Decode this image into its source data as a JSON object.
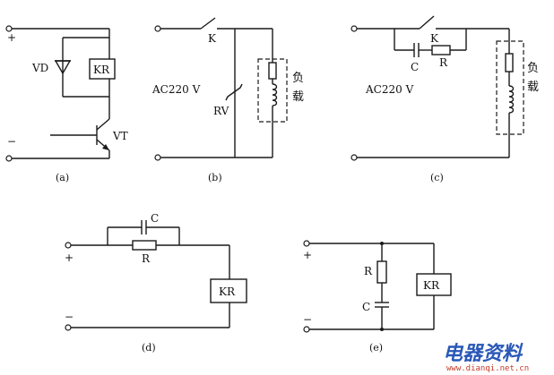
{
  "diagrams": {
    "a": {
      "caption": "(a)",
      "plus": "+",
      "minus": "−",
      "diode_label": "VD",
      "relay_label": "KR",
      "transistor_label": "VT"
    },
    "b": {
      "caption": "(b)",
      "switch_label": "K",
      "source_label": "AC220 V",
      "varistor_label": "RV",
      "load_label_1": "负",
      "load_label_2": "载"
    },
    "c": {
      "caption": "(c)",
      "switch_label": "K",
      "capacitor_label": "C",
      "resistor_label": "R",
      "source_label": "AC220 V",
      "load_label_1": "负",
      "load_label_2": "载"
    },
    "d": {
      "caption": "(d)",
      "plus": "+",
      "minus": "−",
      "capacitor_label": "C",
      "resistor_label": "R",
      "relay_label": "KR"
    },
    "e": {
      "caption": "(e)",
      "plus": "+",
      "minus": "−",
      "resistor_label": "R",
      "capacitor_label": "C",
      "relay_label": "KR"
    }
  },
  "watermark": {
    "text": "电器资料",
    "url": "www.dianqi.net.cn"
  }
}
